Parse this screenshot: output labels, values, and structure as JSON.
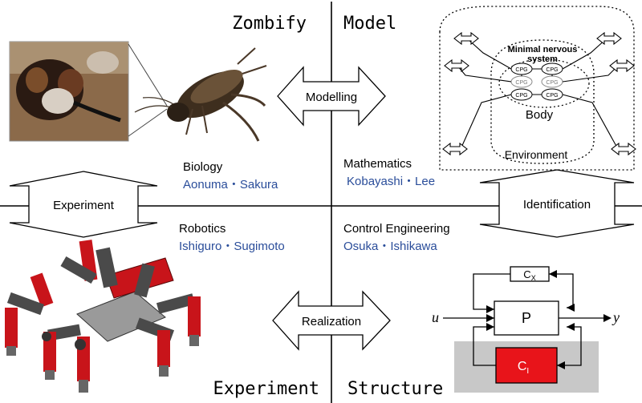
{
  "quadrants": {
    "top_left": "Zombify",
    "top_right": "Model",
    "bottom_left": "Experiment",
    "bottom_right": "Structure"
  },
  "arrows": {
    "modelling": "Modelling",
    "realization": "Realization",
    "experiment": "Experiment",
    "identification": "Identification"
  },
  "fields": {
    "biology": {
      "title": "Biology",
      "people": "Aonuma・Sakura"
    },
    "mathematics": {
      "title": "Mathematics",
      "people": "Kobayashi・Lee"
    },
    "robotics": {
      "title": "Robotics",
      "people": "Ishiguro・Sugimoto"
    },
    "control": {
      "title": "Control Engineering",
      "people": "Osuka・Ishikawa"
    }
  },
  "nervous_model": {
    "title_line1": "Minimal nervous",
    "title_line2": "system",
    "body": "Body",
    "environment": "Environment",
    "cpg": "CPG"
  },
  "control_diagram": {
    "input": "u",
    "output": "y",
    "plant": "P",
    "cx": "C",
    "cx_sub": "X",
    "ci": "C",
    "ci_sub": "I",
    "ci_color": "#e8141a",
    "shade_color": "#c8c8c8"
  },
  "colors": {
    "people": "#2a4d9a",
    "robot_red": "#c8141a",
    "robot_gray": "#4a4a4a"
  }
}
